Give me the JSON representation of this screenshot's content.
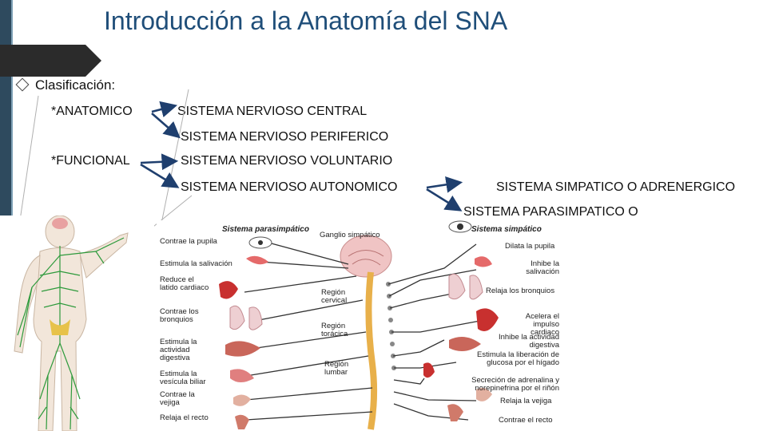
{
  "slide": {
    "title": "Introducción a la Anatomía del SNA",
    "bullet": "Clasificación:",
    "anatomico": "*ANATOMICO",
    "funcional": "*FUNCIONAL",
    "snc": "SISTEMA NERVIOSO CENTRAL",
    "snp": "SISTEMA NERVIOSO PERIFERICO",
    "snv": "SISTEMA NERVIOSO VOLUNTARIO",
    "sna": "SISTEMA NERVIOSO AUTONOMICO",
    "simpatico": "SISTEMA SIMPATICO O ADRENERGICO",
    "parasimpatico": "SISTEMA PARASIMPATICO O"
  },
  "colors": {
    "title": "#1f4e79",
    "sidebar": "#2e4a5e",
    "arrow": "#1f3f6e",
    "nerve": "#2e9a3c"
  },
  "icons": [
    "diamond-bullet-icon",
    "tag-shape-icon"
  ],
  "figure": {
    "para_header": "Sistema parasimpático",
    "symp_header": "Sistema simpático",
    "ganglio": "Ganglio simpático",
    "regions": [
      "Región cervical",
      "Región torácica",
      "Región lumbar"
    ],
    "left_labels": [
      "Contrae la pupila",
      "Estimula la salivación",
      "Reduce el latido cardiaco",
      "Contrae los bronquios",
      "Estimula la actividad digestiva",
      "Estimula la vesícula biliar",
      "Contrae la vejiga",
      "Relaja el recto"
    ],
    "right_labels": [
      "Dilata la pupila",
      "Inhibe la salivación",
      "Relaja los bronquios",
      "Acelera el impulso cardiaco",
      "Inhibe la actividad digestiva",
      "Estimula la liberación de glucosa por el hígado",
      "Secreción de adrenalina y norepinefrina por el riñón",
      "Relaja la vejiga",
      "Contrae el recto"
    ]
  }
}
